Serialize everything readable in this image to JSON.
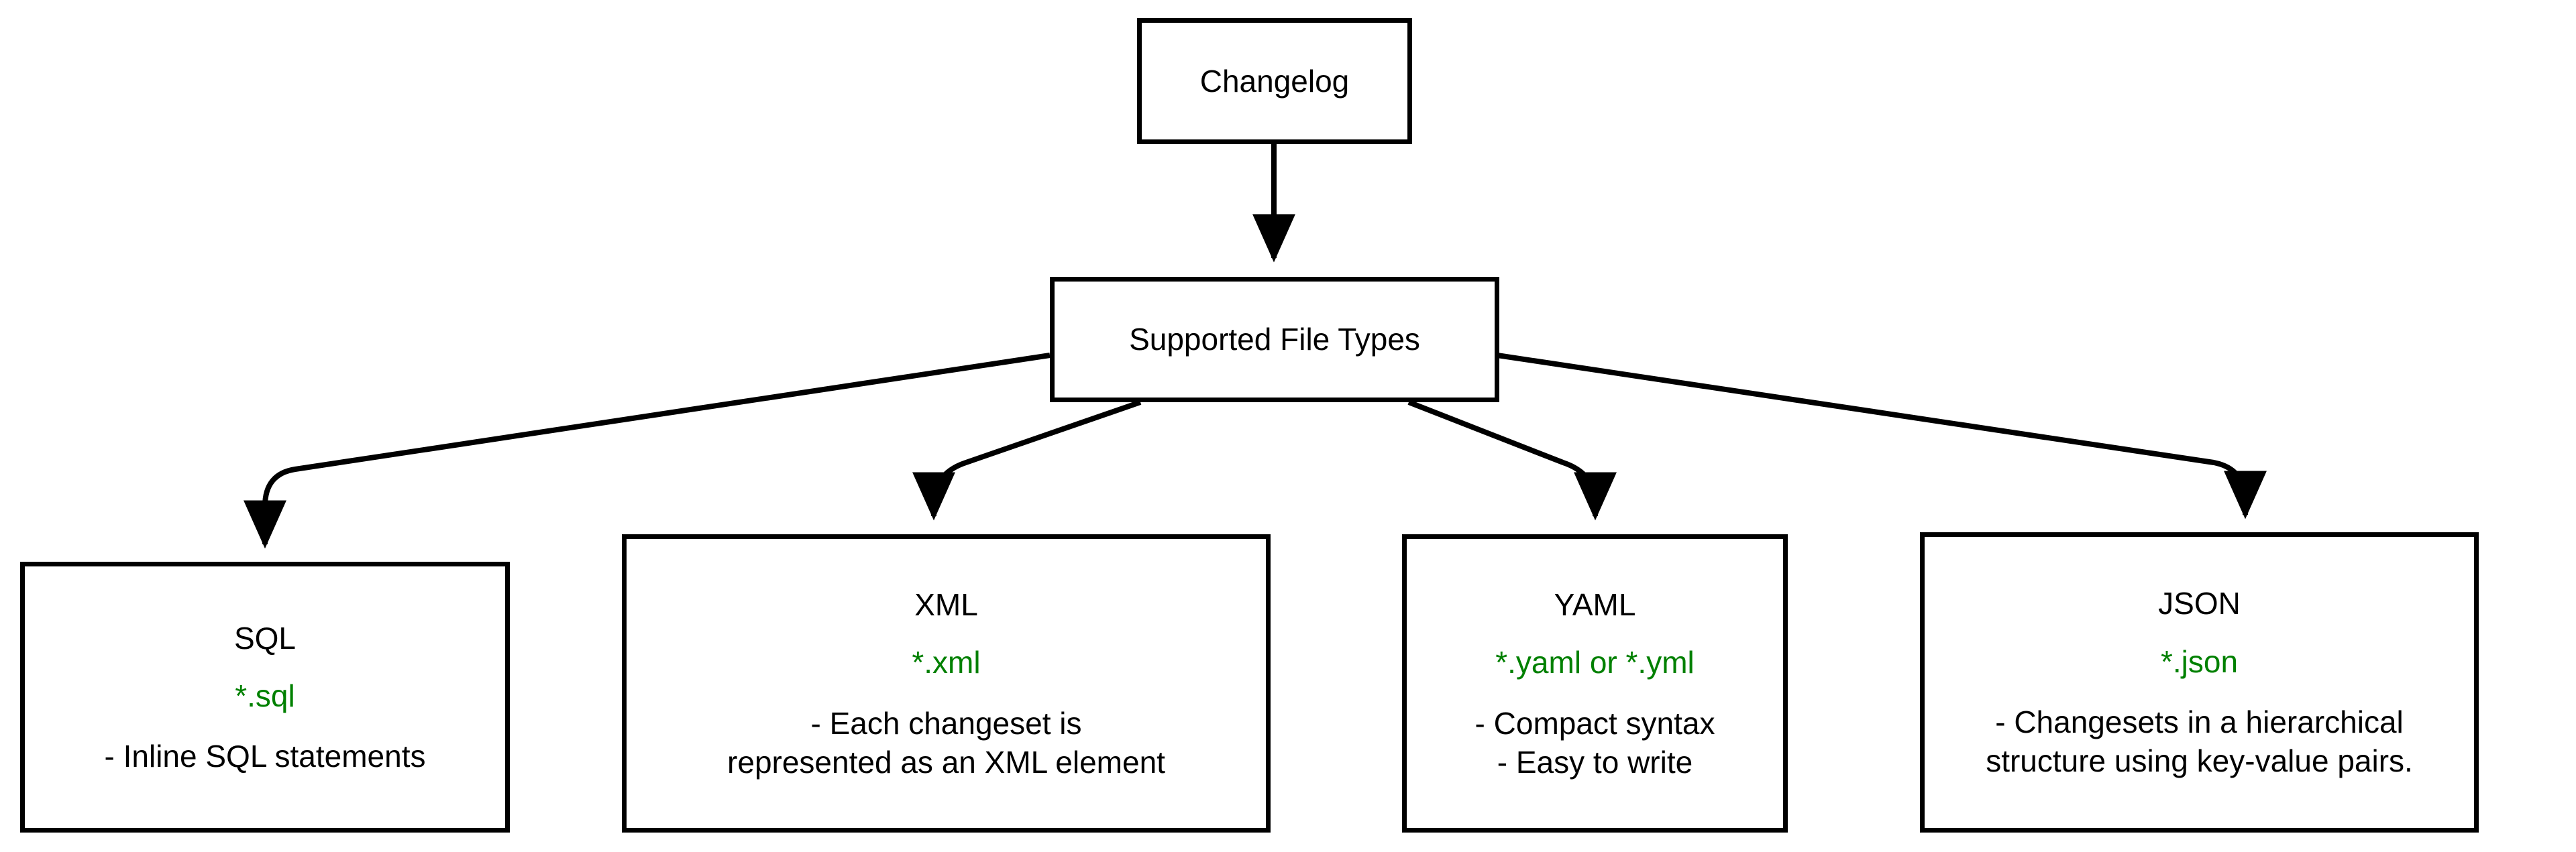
{
  "diagram": {
    "title": "Changelog supported file types",
    "colors": {
      "background": "#ffffff",
      "node_border": "#000000",
      "node_fill": "#ffffff",
      "text": "#000000",
      "extension_text": "#008000",
      "edge": "#000000"
    },
    "nodes": {
      "changelog": {
        "label": "Changelog"
      },
      "supported": {
        "label": "Supported File Types"
      },
      "sql": {
        "title": "SQL",
        "extension": "*.sql",
        "desc_line1": "- Inline SQL statements",
        "desc_line2": ""
      },
      "xml": {
        "title": "XML",
        "extension": "*.xml",
        "desc_line1": "- Each changeset is",
        "desc_line2": "represented as an XML element"
      },
      "yaml": {
        "title": "YAML",
        "extension": "*.yaml or *.yml",
        "desc_line1": "- Compact syntax",
        "desc_line2": "- Easy to write"
      },
      "json": {
        "title": "JSON",
        "extension": "*.json",
        "desc_line1": "- Changesets in a hierarchical",
        "desc_line2": "structure using key-value pairs."
      }
    },
    "edges": [
      {
        "from": "changelog",
        "to": "supported"
      },
      {
        "from": "supported",
        "to": "sql"
      },
      {
        "from": "supported",
        "to": "xml"
      },
      {
        "from": "supported",
        "to": "yaml"
      },
      {
        "from": "supported",
        "to": "json"
      }
    ]
  }
}
